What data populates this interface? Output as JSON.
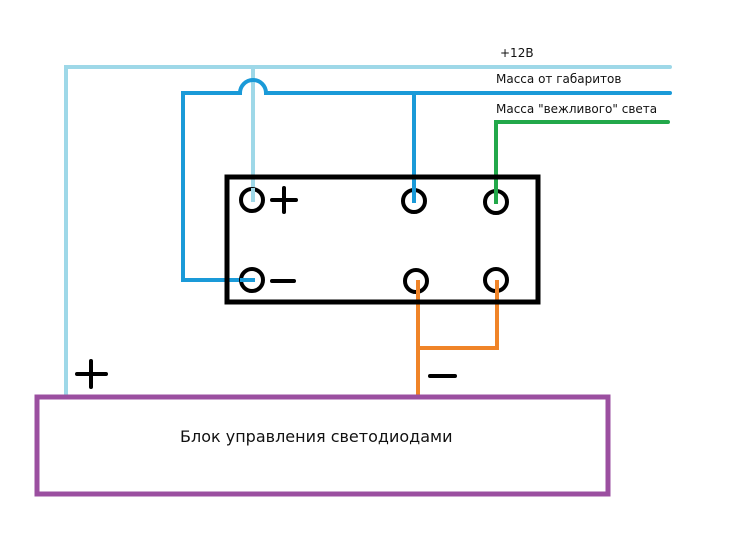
{
  "title": "Схема подключения блока управления светодиодами",
  "colors": {
    "plus12v": "#9ed8e8",
    "ground_parking": "#1a9ad8",
    "ground_courtesy": "#22a84a",
    "led_ground": "#f08428",
    "control_block": "#9b4fa0",
    "relay_body": "#000000"
  },
  "wires": [
    {
      "id": "plus12v",
      "label": "+12В"
    },
    {
      "id": "ground_parking",
      "label": "Масса от габаритов"
    },
    {
      "id": "ground_courtesy",
      "label": "Масса \"вежливого\" света"
    }
  ],
  "relay": {
    "plus_sign": "+",
    "minus_sign": "−"
  },
  "control_block": {
    "label": "Блок управления светодиодами",
    "plus_sign": "+",
    "minus_sign": "−"
  }
}
